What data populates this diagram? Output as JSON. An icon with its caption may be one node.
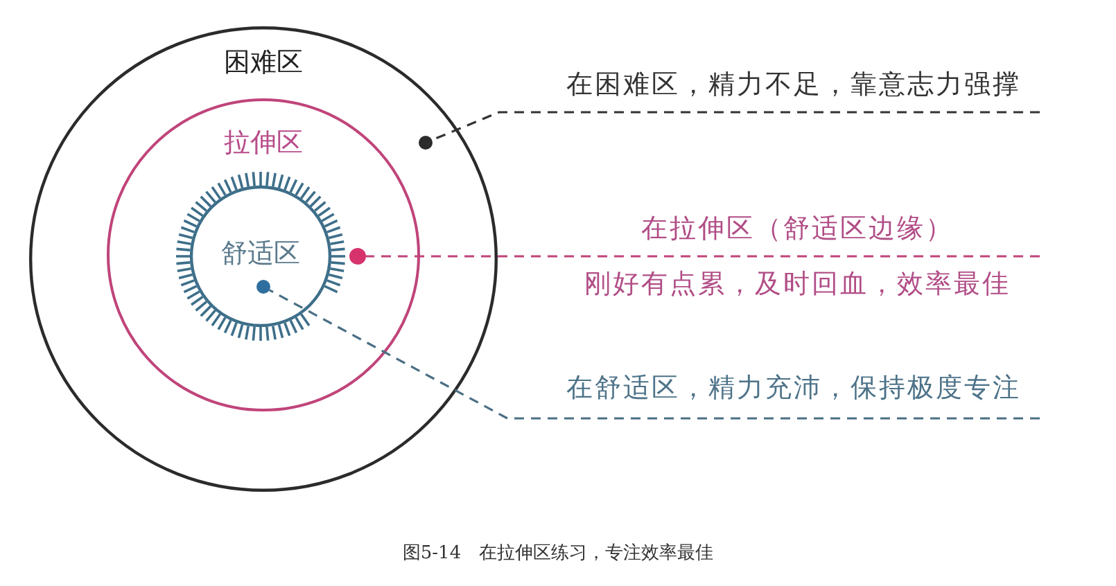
{
  "diagram": {
    "caption": "图5-14　在拉伸区练习，专注效率最佳",
    "nodes": [
      {
        "text": [
          "困难区"
        ]
      },
      {
        "text": [],
        "shape": "circle",
        "in": 0
      },
      {
        "text": [
          "拉伸区"
        ],
        "in": 0
      },
      {
        "text": [],
        "shape": "circle",
        "in": 2
      },
      {
        "text": [
          "舒适区"
        ],
        "in": 2
      },
      {
        "text": [],
        "shape": "circle",
        "in": 4
      },
      {
        "text": [
          "在困难区，精力不足，靠意志力强撑"
        ]
      },
      {
        "text": [
          "在拉伸区（舒适区边缘）",
          "刚好有点累，及时回血，效率最佳"
        ]
      },
      {
        "text": [
          "在舒适区，精力充沛，保持极度专注"
        ]
      }
    ],
    "edges": [
      {
        "from": 6,
        "to": 1,
        "arrow": "none",
        "style": "dashed",
        "color": "#333333"
      },
      {
        "from": 7,
        "to": 3,
        "arrow": "none",
        "style": "dashed",
        "color": "#c0447a"
      },
      {
        "from": 8,
        "to": 5,
        "arrow": "none",
        "style": "dashed",
        "color": "#4a6f85"
      }
    ]
  }
}
